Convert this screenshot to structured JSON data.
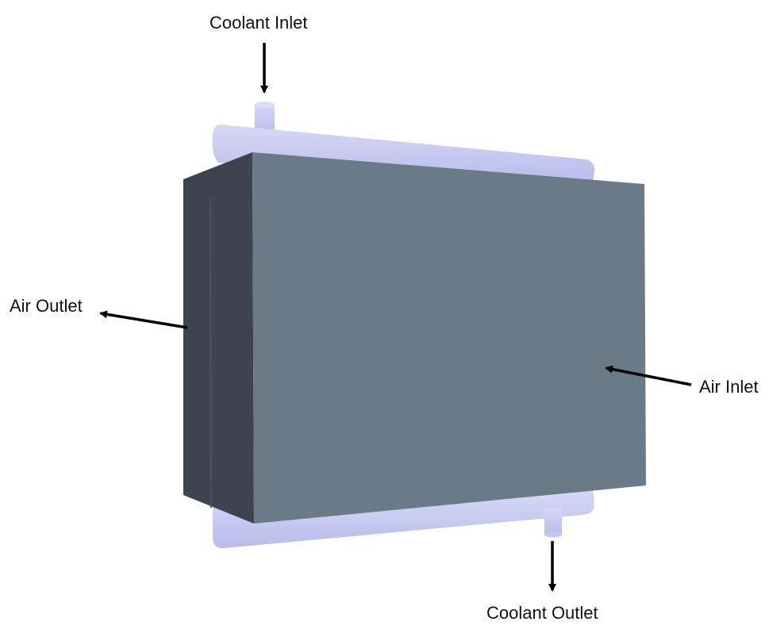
{
  "labels": {
    "coolant_inlet": "Coolant Inlet",
    "coolant_outlet": "Coolant Outlet",
    "air_outlet": "Air Outlet",
    "air_inlet": "Air Inlet"
  },
  "colors": {
    "background": "#ffffff",
    "tank": "#c9ccf2",
    "tank_shade": "#a9addd",
    "core_front": "#6b7a87",
    "core_side": "#3d444d",
    "core_side_dark": "#363c44",
    "arrow": "#000000"
  }
}
